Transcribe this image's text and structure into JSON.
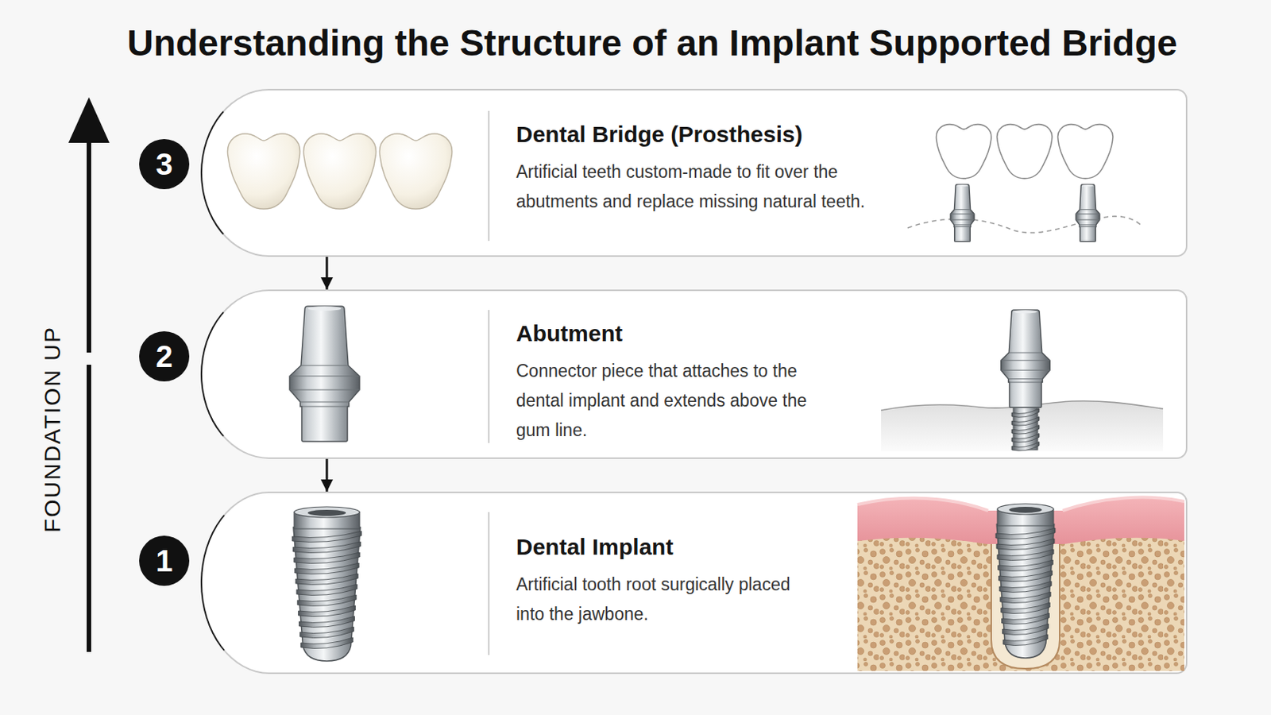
{
  "diagram": {
    "title": "Understanding the Structure of an Implant Supported Bridge",
    "nodes": [
      {
        "text": [
          "3"
        ]
      },
      {
        "text": [
          "Dental Bridge (Prosthesis)",
          "Artificial teeth custom-made to fit over the abutments and replace missing natural teeth."
        ]
      },
      {
        "text": [
          "2"
        ]
      },
      {
        "text": [
          "Abutment",
          "Connector piece that attaches to the dental implant and extends above the gum line."
        ]
      },
      {
        "text": [
          "1"
        ]
      },
      {
        "text": [
          "Dental Implant",
          "Artificial tooth root surgically placed into the jawbone."
        ]
      }
    ],
    "edges": [
      {
        "from": 1,
        "to": 3,
        "arrow": "to"
      },
      {
        "from": 3,
        "to": 5,
        "arrow": "to"
      }
    ],
    "labels": [
      "FOUNDATION UP"
    ]
  }
}
